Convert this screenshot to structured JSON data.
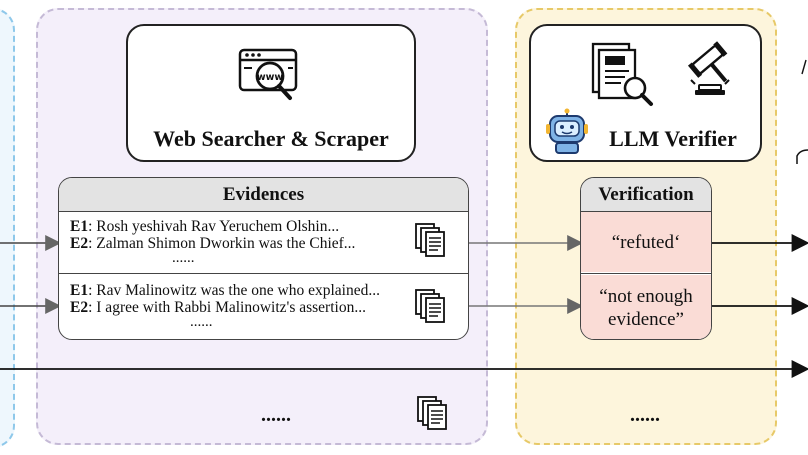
{
  "web_searcher": {
    "title": "Web Searcher & Scraper",
    "icon": "www-search-icon"
  },
  "llm_verifier": {
    "title": "LLM Verifier",
    "icons": [
      "document-search-icon",
      "gavel-icon",
      "robot-icon"
    ]
  },
  "evidences": {
    "header": "Evidences",
    "rows": [
      {
        "e1_label": "E1",
        "e1_text": ": Rosh yeshivah Rav Yeruchem Olshin...",
        "e2_label": "E2",
        "e2_text": ": Zalman Shimon Dworkin was the Chief...",
        "more": "......"
      },
      {
        "e1_label": "E1",
        "e1_text": ": Rav Malinowitz was the one who explained...",
        "e2_label": "E2",
        "e2_text": ":  I agree with Rabbi Malinowitz's assertion...",
        "more": "......"
      }
    ],
    "bottom_more": "......"
  },
  "verification": {
    "header": "Verification",
    "rows": [
      {
        "line1": "“refuted‘",
        "line2": ""
      },
      {
        "line1": "“not enough",
        "line2": "evidence”"
      }
    ],
    "bottom_more": "......"
  },
  "colors": {
    "left_panel": "#eef7fd",
    "search_panel": "#f4effa",
    "verify_panel": "#fdf5dc",
    "verdict_fill": "#fadcd6"
  }
}
